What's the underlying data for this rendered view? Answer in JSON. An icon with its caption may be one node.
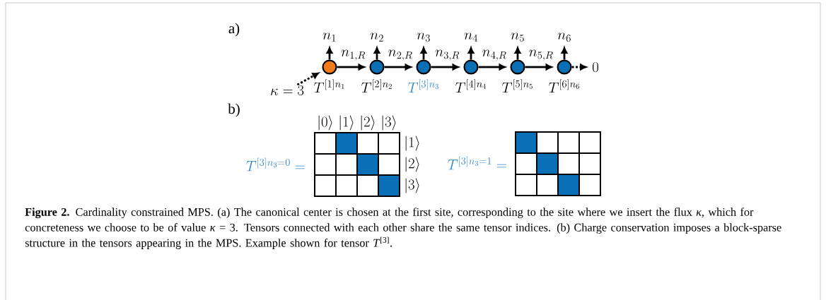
{
  "diagram": {
    "caption": "**Figure 2.** Cardinality constrained MPS. (a) The canonical center is chosen at the first site, corresponding to the site where we insert the flux *κ*, which for concreteness we choose to be of value *κ* = 3. Tensors connected with each other share the same tensor indices. (b) Charge conservation imposes a block-sparse structure in the tensors appearing in the MPS. Example shown for tensor *T*$^{[3]}$.",
    "nodes": [
      {
        "text": [],
        "shape": "circle",
        "beside": [
          "T^{[1]n_1}"
        ]
      },
      {
        "text": [],
        "shape": "circle",
        "beside": [
          "T^{[2]n_2}"
        ]
      },
      {
        "text": [],
        "shape": "circle",
        "beside": [
          "T^{[3]n_3}"
        ]
      },
      {
        "text": [],
        "shape": "circle",
        "beside": [
          "T^{[4]n_4}"
        ]
      },
      {
        "text": [],
        "shape": "circle",
        "beside": [
          "T^{[5]n_5}"
        ]
      },
      {
        "text": [],
        "shape": "circle",
        "beside": [
          "T^{[6]n_6}"
        ]
      },
      {
        "text": [
          "0"
        ]
      },
      {
        "text": [
          "\\kappa = 3"
        ]
      }
    ],
    "edges": [
      {
        "from": 0,
        "to": 1,
        "arrow": "to",
        "label": "n_{1,R}"
      },
      {
        "from": 1,
        "to": 2,
        "arrow": "to",
        "label": "n_{2,R}"
      },
      {
        "from": 2,
        "to": 3,
        "arrow": "to",
        "label": "n_{3,R}"
      },
      {
        "from": 3,
        "to": 4,
        "arrow": "to",
        "label": "n_{4,R}"
      },
      {
        "from": 4,
        "to": 5,
        "arrow": "to",
        "label": "n_{5,R}"
      },
      {
        "from": 5,
        "to": 6,
        "arrow": "to",
        "style": "dashed"
      },
      {
        "from": 7,
        "to": 0,
        "arrow": "to",
        "style": "dashed"
      },
      {
        "from": 0,
        "to": null,
        "arrow": "to",
        "label": "n_1"
      },
      {
        "from": 1,
        "to": null,
        "arrow": "to",
        "label": "n_2"
      },
      {
        "from": 2,
        "to": null,
        "arrow": "to",
        "label": "n_3"
      },
      {
        "from": 3,
        "to": null,
        "arrow": "to",
        "label": "n_4"
      },
      {
        "from": 4,
        "to": null,
        "arrow": "to",
        "label": "n_5"
      },
      {
        "from": 5,
        "to": null,
        "arrow": "to",
        "label": "n_6"
      }
    ],
    "labels": [
      "a)",
      "b)",
      "|0\\rangle",
      "|1\\rangle",
      "|2\\rangle",
      "|3\\rangle",
      "T^{[3]n_3=0} =",
      "|1\\rangle",
      "|2\\rangle",
      "|3\\rangle",
      "T^{[3]n_3=1} ="
    ]
  }
}
